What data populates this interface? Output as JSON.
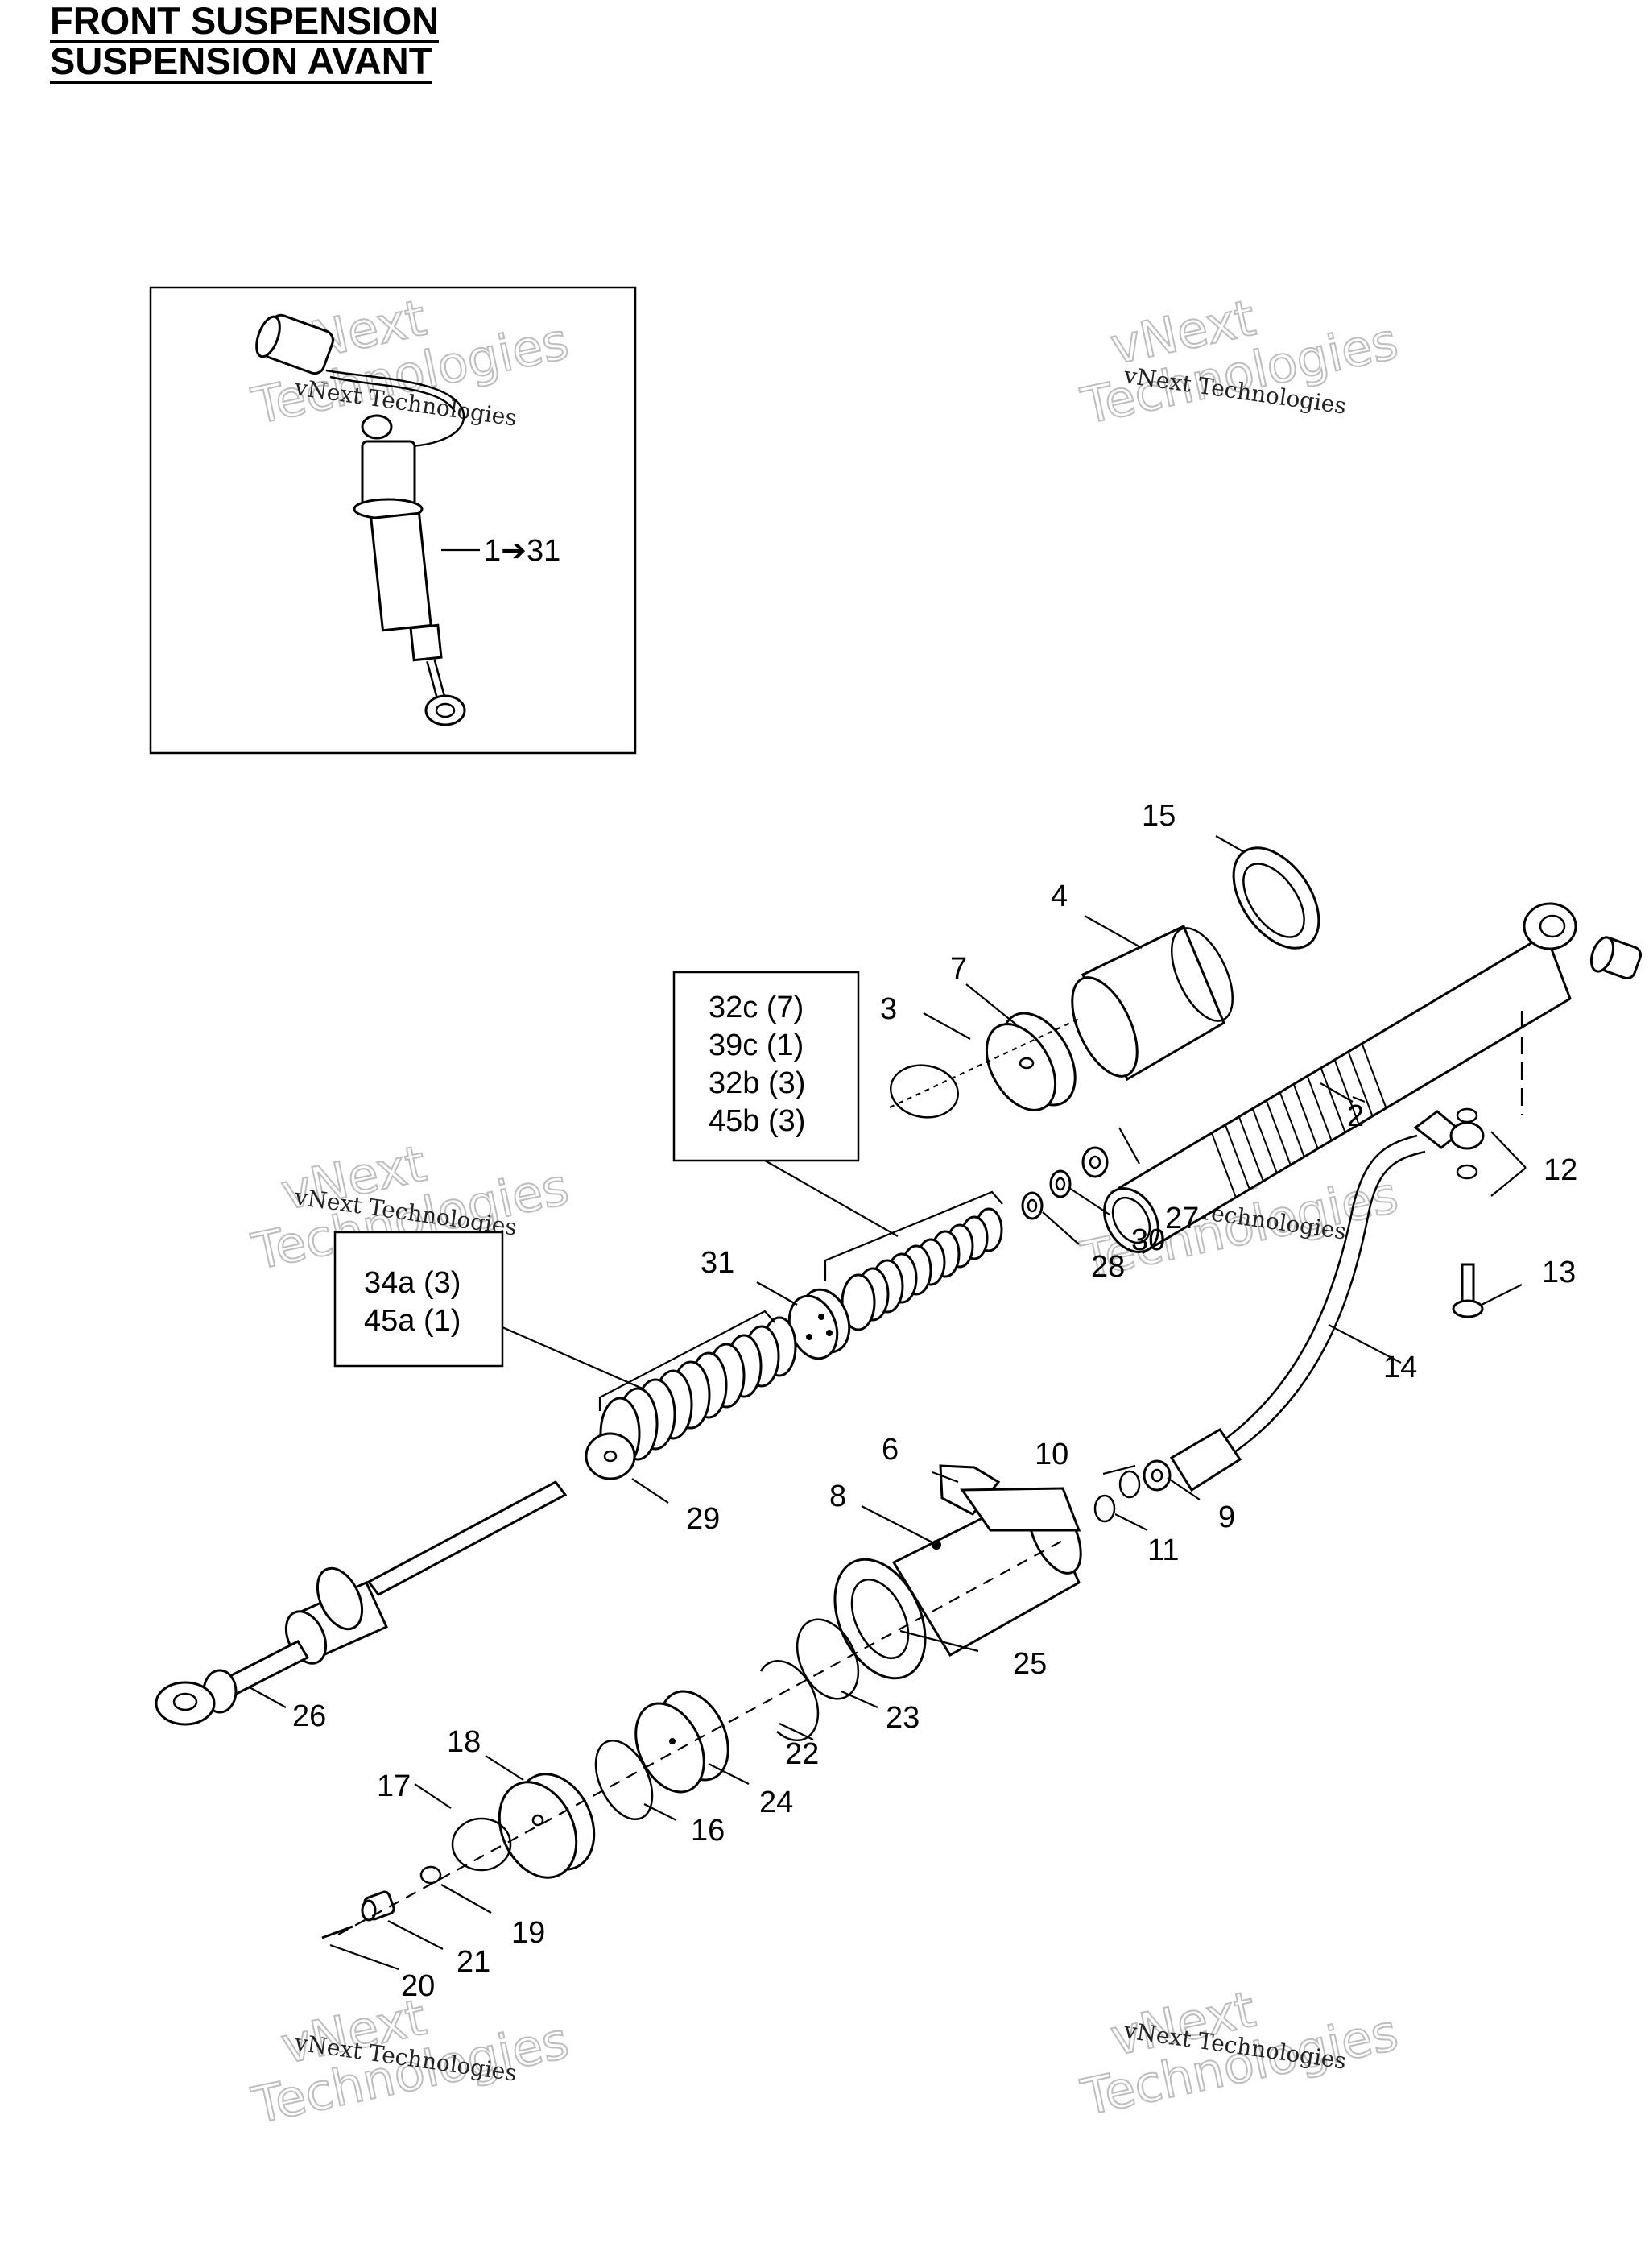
{
  "header": {
    "title_en": "FRONT SUSPENSION",
    "title_fr": "SUSPENSION AVANT"
  },
  "inset": {
    "range_label": "1➔31"
  },
  "kit_boxes": [
    {
      "lines": [
        "32c (7)",
        "39c (1)",
        "32b (3)",
        "45b (3)"
      ]
    },
    {
      "lines": [
        "34a (3)",
        "45a (1)"
      ]
    }
  ],
  "callouts": [
    "2",
    "3",
    "4",
    "6",
    "7",
    "8",
    "9",
    "10",
    "11",
    "12",
    "13",
    "14",
    "15",
    "16",
    "17",
    "18",
    "19",
    "20",
    "21",
    "22",
    "23",
    "24",
    "25",
    "26",
    "27",
    "28",
    "29",
    "30",
    "31"
  ],
  "watermark": {
    "line_small": "vNext Technologies",
    "line_big_1": "vNext",
    "line_big_2": "Technologies"
  }
}
